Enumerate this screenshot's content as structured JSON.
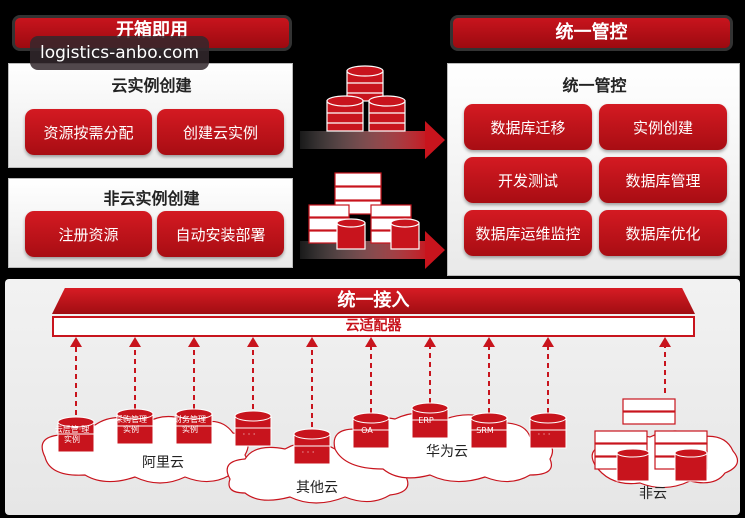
{
  "header_left": "开箱即用",
  "header_right": "统一管控",
  "watermark": "logistics-anbo.com",
  "cloud_create": {
    "title": "云实例创建",
    "buttons": [
      "资源按需分配",
      "创建云实例"
    ]
  },
  "noncloud_create": {
    "title": "非云实例创建",
    "buttons": [
      "注册资源",
      "自动安装部署"
    ]
  },
  "control": {
    "title": "统一管控",
    "buttons": [
      "数据库迁移",
      "实例创建",
      "开发测试",
      "数据库管理",
      "数据库运维监控",
      "数据库优化"
    ]
  },
  "access_bar": "统一接入",
  "adapter": "云适配器",
  "dbs": [
    "云层管·理实例",
    "采购管理实例",
    "财务管理实例",
    "· · ·",
    "· · ·",
    "OA",
    "ERP",
    "SRM",
    "· · ·"
  ],
  "clouds": [
    "阿里云",
    "其他云",
    "华为云",
    "非云"
  ],
  "colors": {
    "accent": "#c8141d",
    "dark_accent": "#9c0a10"
  }
}
